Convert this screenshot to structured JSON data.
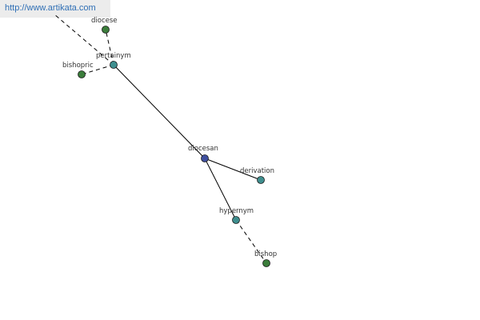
{
  "source_link": {
    "text": "http://www.artikata.com"
  },
  "colors": {
    "center_node": "#3f4f9e",
    "relation_node": "#3f8f8f",
    "word_node": "#3b7d3b",
    "edge": "#000000",
    "banner_bg": "#ececec",
    "link": "#2f6fb5"
  },
  "nodes": [
    {
      "id": "diocesan",
      "label": "diocesan",
      "kind": "center"
    },
    {
      "id": "pertainym",
      "label": "pertainym",
      "kind": "relation"
    },
    {
      "id": "derivation",
      "label": "derivation",
      "kind": "relation"
    },
    {
      "id": "hypernym",
      "label": "hypernym",
      "kind": "relation"
    },
    {
      "id": "diocese",
      "label": "diocese",
      "kind": "word"
    },
    {
      "id": "bishopric",
      "label": "bishopric",
      "kind": "word"
    },
    {
      "id": "bishop",
      "label": "bishop",
      "kind": "word"
    }
  ],
  "edges": [
    {
      "from": "diocesan",
      "to": "pertainym",
      "style": "solid"
    },
    {
      "from": "diocesan",
      "to": "derivation",
      "style": "solid"
    },
    {
      "from": "diocesan",
      "to": "hypernym",
      "style": "solid"
    },
    {
      "from": "pertainym",
      "to": "diocese",
      "style": "dashed"
    },
    {
      "from": "pertainym",
      "to": "bishopric",
      "style": "dashed"
    },
    {
      "from": "hypernym",
      "to": "bishop",
      "style": "dashed"
    },
    {
      "from": "pertainym",
      "to": "offscreen",
      "style": "dashed"
    }
  ]
}
